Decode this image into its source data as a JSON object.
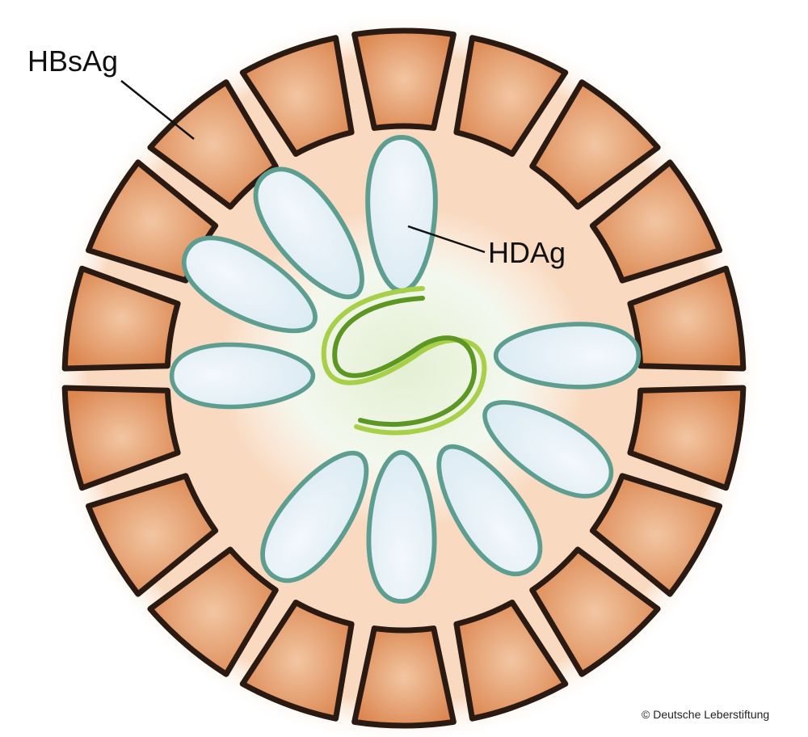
{
  "labels": {
    "hbsag": "HBsAg",
    "hdag": "HDAg"
  },
  "copyright": "© Deutsche Leberstiftung",
  "structure": {
    "envelope_segment_count": 18,
    "hdag_petal_count": 9,
    "rna_strands": 2
  },
  "colors": {
    "segment_fill_light": "#f1c19c",
    "segment_fill_dark": "#de8a55",
    "segment_stroke": "#2a1a12",
    "petal_stroke": "#5e9e90",
    "petal_fill": "#eaf4fa",
    "rna_light": "#a9d04a",
    "rna_dark": "#4f8a1c"
  }
}
